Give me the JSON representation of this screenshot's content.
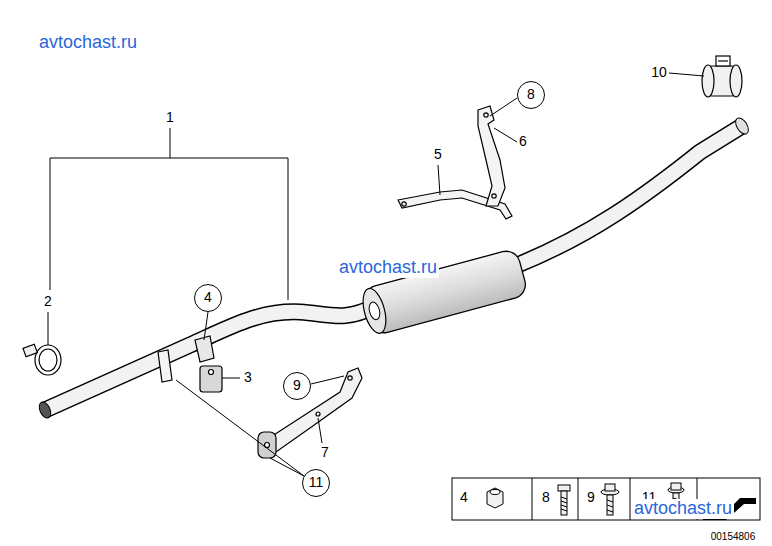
{
  "diagram": {
    "nodes": [
      {
        "text": [
          "8"
        ]
      },
      {
        "text": [
          "4"
        ]
      },
      {
        "text": [
          "9"
        ]
      },
      {
        "text": [
          "11"
        ]
      }
    ],
    "labels": [
      "avtochast.ru",
      "10",
      "1",
      "6",
      "5",
      "2",
      "avtochast.ru",
      "3",
      "7",
      "4",
      "8",
      "9",
      "11",
      "avtochast.ru",
      "00154806"
    ]
  }
}
